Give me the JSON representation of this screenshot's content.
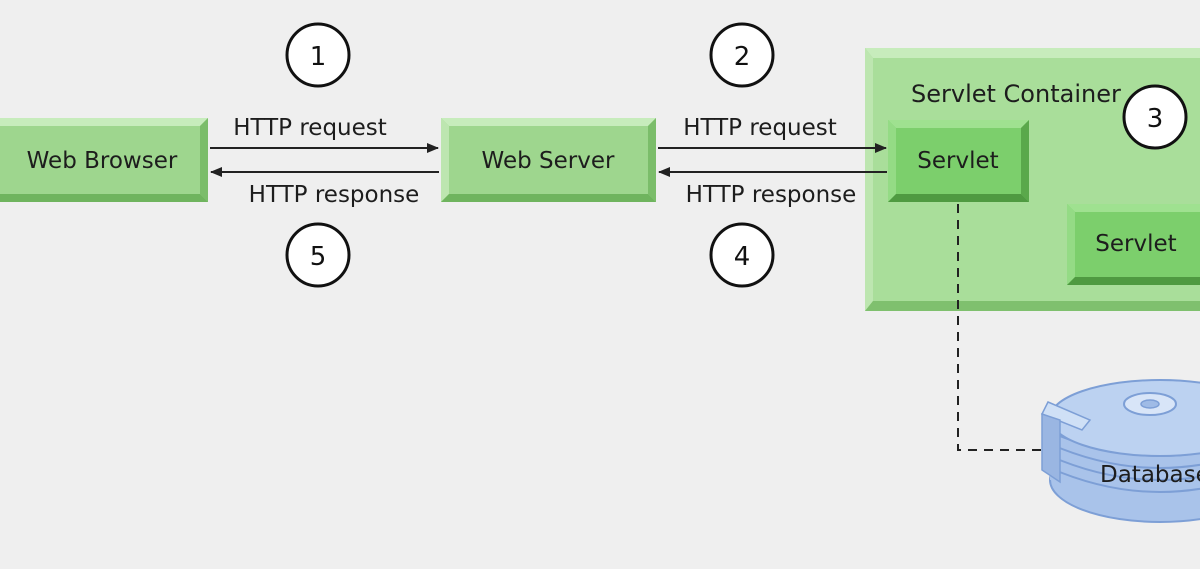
{
  "diagram": {
    "nodes": {
      "web_browser": "Web Browser",
      "web_server": "Web Server",
      "servlet_container": "Servlet Container",
      "servlet_primary": "Servlet",
      "servlet_secondary": "Servlet",
      "database": "Database"
    },
    "edges": {
      "browser_to_server": "HTTP request",
      "server_to_browser": "HTTP response",
      "server_to_servlet": "HTTP request",
      "servlet_to_server": "HTTP response"
    },
    "steps": [
      "1",
      "2",
      "3",
      "4",
      "5"
    ],
    "colors": {
      "background": "#efefef",
      "box_fill": "#a9de9a",
      "box_face": "#9ed68e",
      "box_light": "#c7ecbc",
      "box_dark": "#6fb45e",
      "servlet_fill": "#7ccf6c",
      "database_fill": "#a9c3ea",
      "database_dark": "#7d9fd6",
      "line": "#222222"
    }
  }
}
